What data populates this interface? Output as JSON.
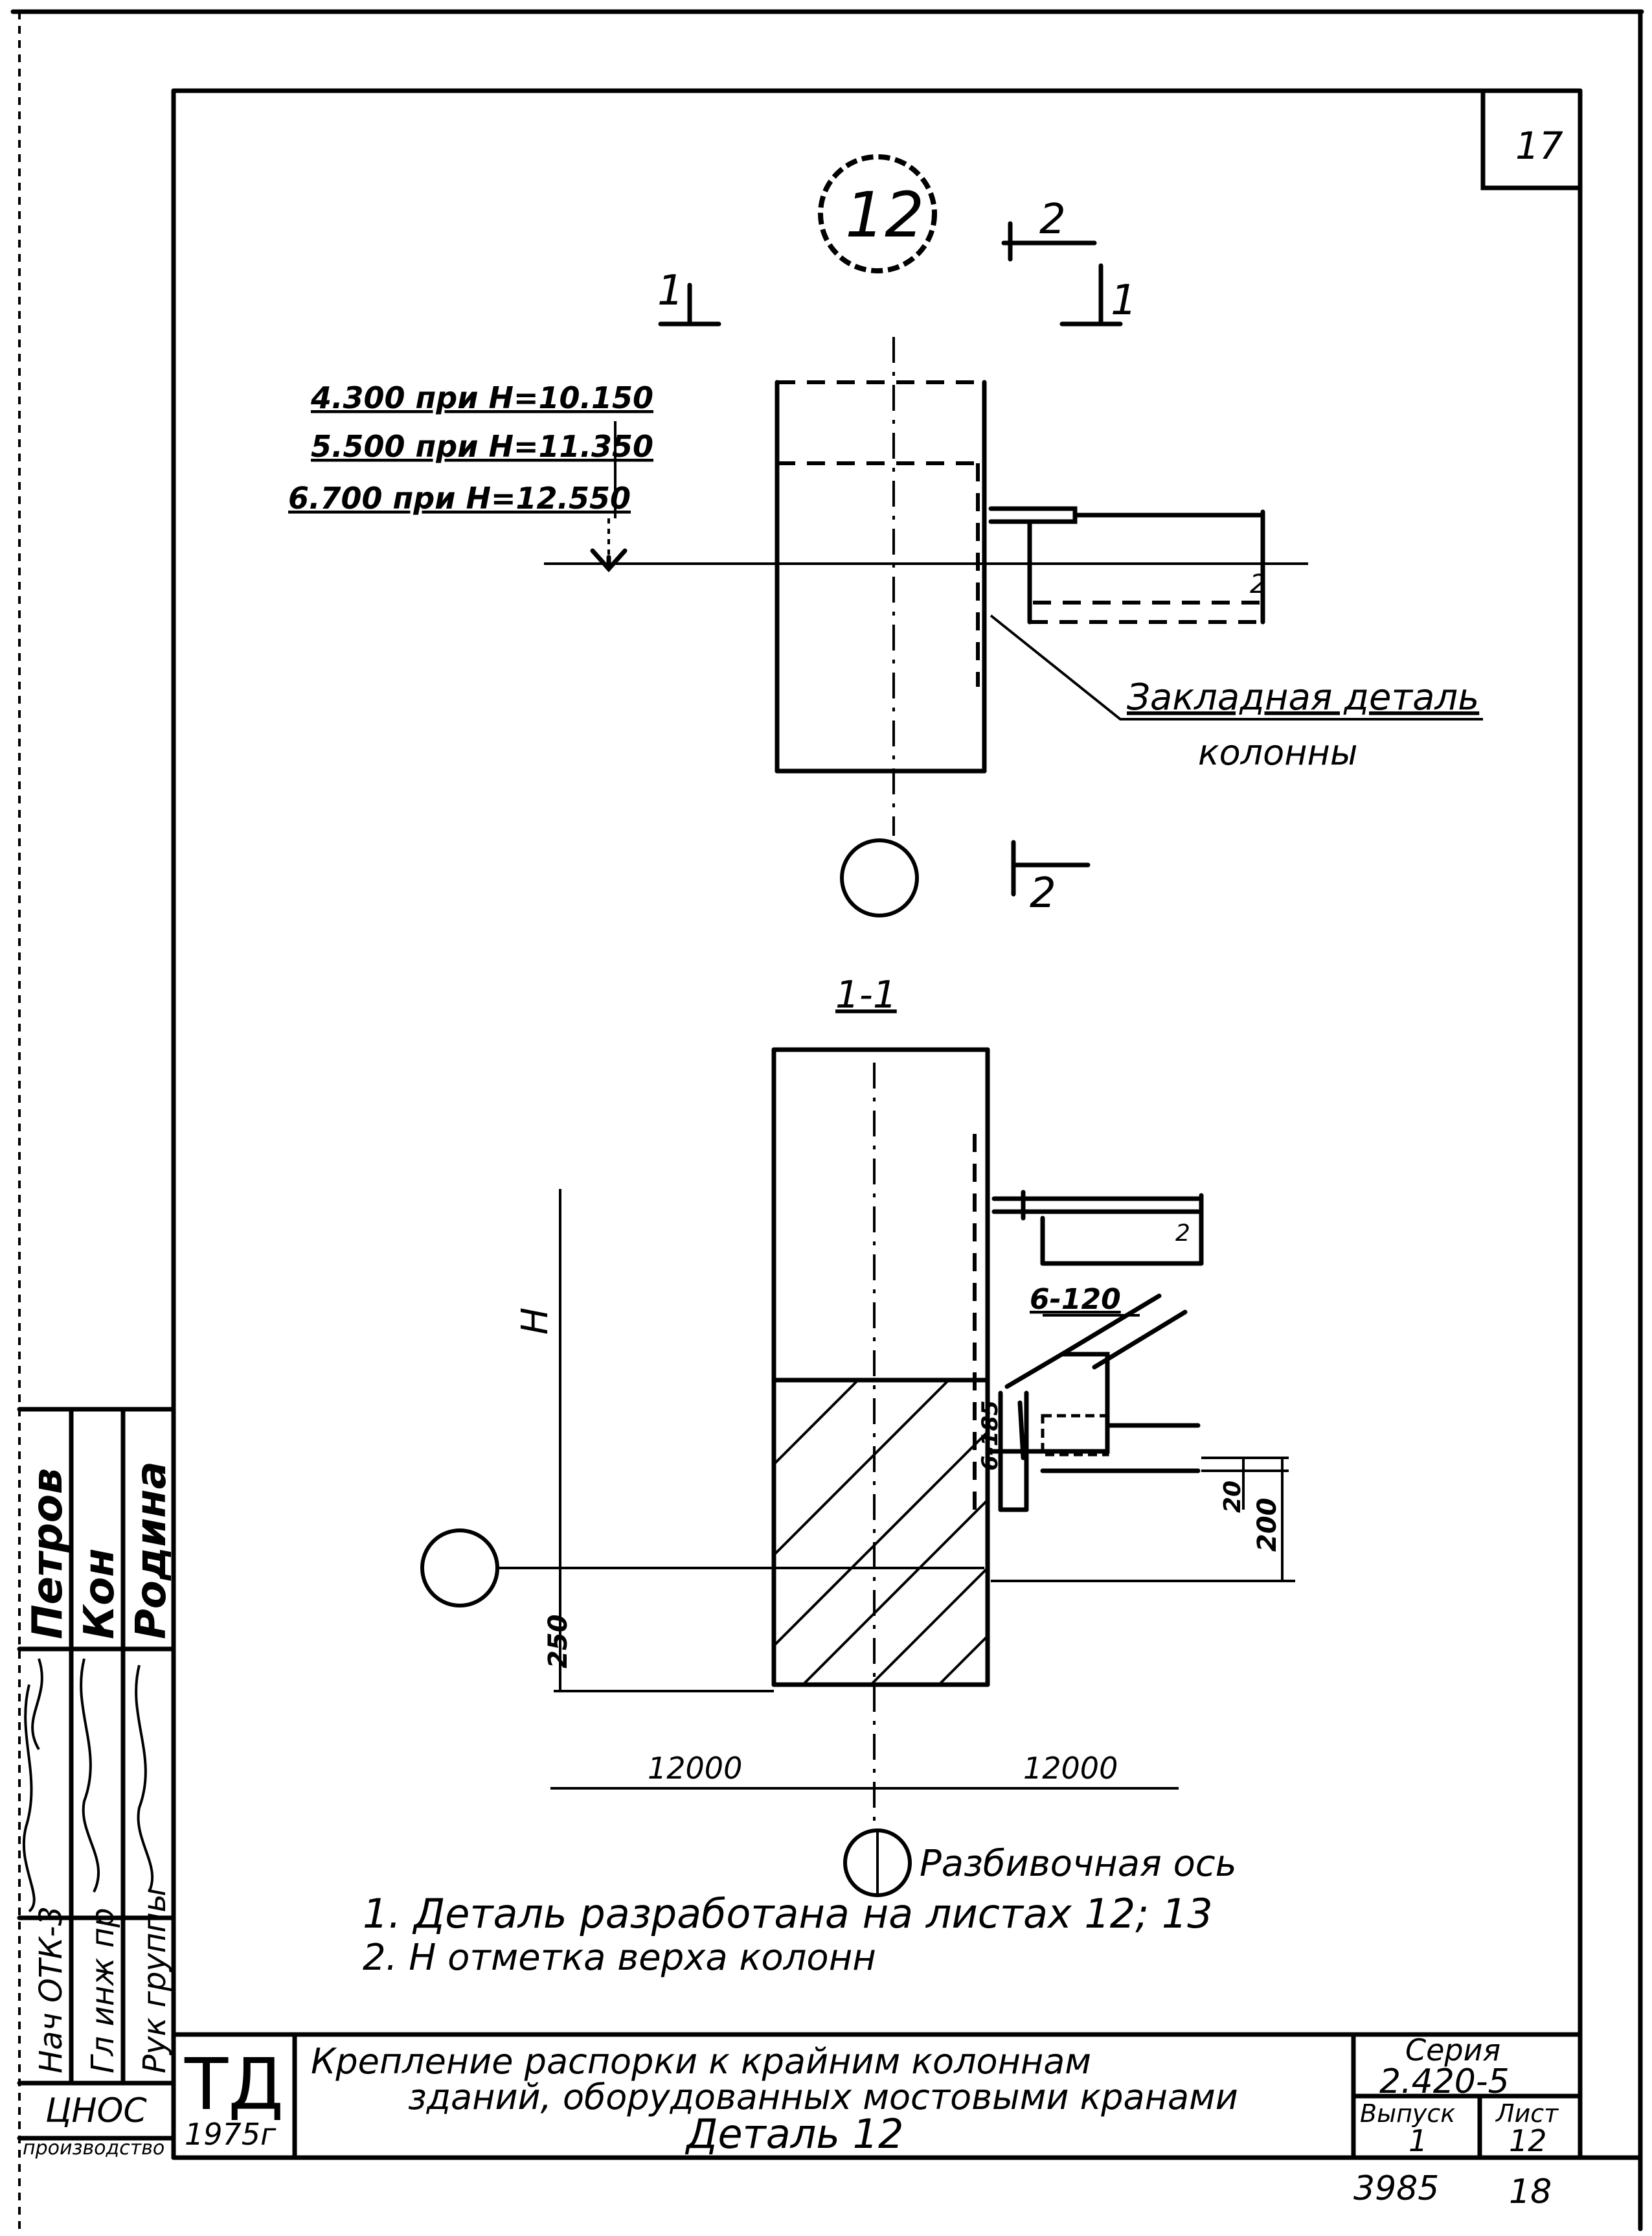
{
  "sheet_number": "17",
  "detail_mark": "12",
  "section_marks": {
    "cut_1_left": "1",
    "cut_1_right": "1",
    "cut_2_top": "2",
    "cut_2_bottom": "2",
    "section_title": "1-1"
  },
  "elevation_notes": [
    "4.300 при Н=10.150",
    "5.500 при Н=11.350",
    "6.700 при Н=12.550"
  ],
  "callouts": {
    "embedded_part_line1": "Закладная деталь",
    "embedded_part_line2": "колонны",
    "plate_1": "6-120",
    "plate_2": "6-185",
    "h_label": "Н",
    "layout_axis": "Разбивочная ось"
  },
  "dimensions": {
    "d20": "20",
    "d200": "200",
    "d250": "250",
    "span_left": "12000",
    "span_right": "12000",
    "beam_tag_top": "2",
    "beam_tag_bottom": "2"
  },
  "notes": [
    "1. Деталь разработана на листах 12; 13",
    "2. Н отметка верха колонн"
  ],
  "stamp": {
    "roles": [
      "Нач ОТК-3",
      "Гл инж пр",
      "Рук группы"
    ],
    "signatures": [
      "Петров",
      "Кон",
      "Родина"
    ],
    "org_line1": "ЦНОС",
    "org_line2": "производство",
    "logo": "ТД",
    "year": "1975г",
    "title_line1": "Крепление распорки к крайним колоннам",
    "title_line2": "зданий, оборудованных мостовыми кранами",
    "title_line3": "Деталь 12",
    "series_label": "Серия",
    "series_value": "2.420-5",
    "issue_label": "Выпуск",
    "issue_value": "1",
    "sheet_label": "Лист",
    "sheet_value": "12",
    "archive_no": "3985",
    "archive_sheet": "18"
  }
}
